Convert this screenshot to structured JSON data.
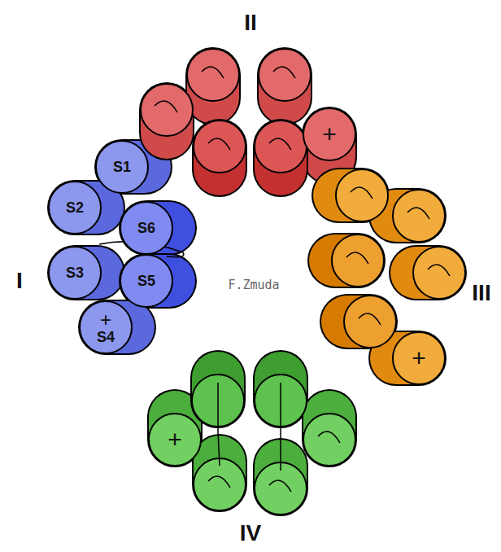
{
  "diagram": {
    "nodes": [
      {
        "text": [
          "S1"
        ]
      },
      {
        "text": [
          "S2"
        ]
      },
      {
        "text": [
          "S6"
        ]
      },
      {
        "text": [
          "S3"
        ]
      },
      {
        "text": [
          "S5"
        ]
      },
      {
        "text": [
          "+",
          "S4"
        ]
      },
      {
        "text": [
          "+"
        ]
      },
      {
        "text": [
          "+"
        ]
      },
      {
        "text": [
          "+"
        ]
      }
    ],
    "labels": [
      "II",
      "I",
      "III",
      "F.Zmuda",
      "IV"
    ]
  }
}
